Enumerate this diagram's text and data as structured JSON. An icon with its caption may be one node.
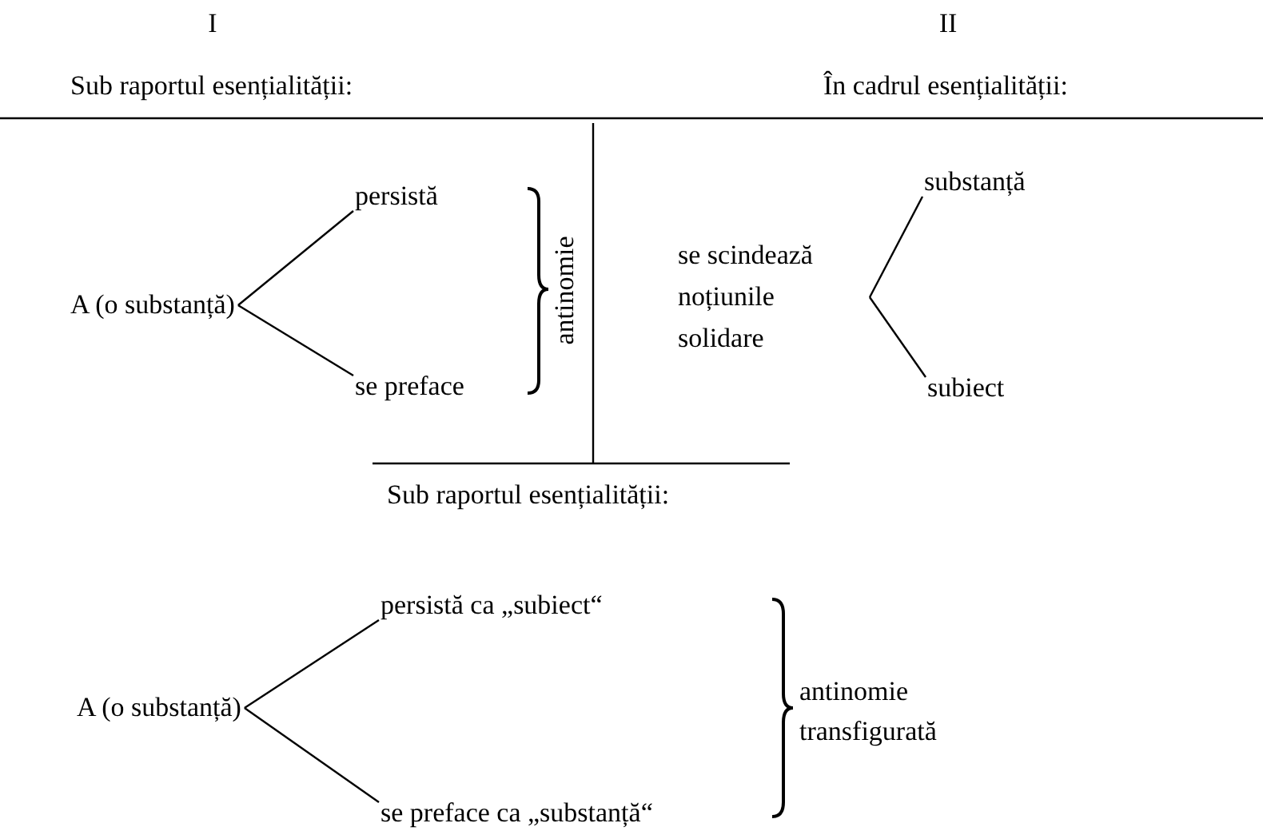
{
  "diagram": {
    "nodes": [
      {
        "text": [
          "A (o substanță)"
        ]
      },
      {
        "text": [
          "persistă"
        ]
      },
      {
        "text": [
          "se preface"
        ]
      },
      {
        "text": [
          "se scindează noțiunile solidare"
        ]
      },
      {
        "text": [
          "substanță"
        ]
      },
      {
        "text": [
          "subiect"
        ]
      },
      {
        "text": [
          "A (o substanță)"
        ]
      },
      {
        "text": [
          "persistă ca „subiect“"
        ]
      },
      {
        "text": [
          "se preface ca „substanță“"
        ]
      }
    ],
    "edges": [
      {
        "from": 0,
        "to": 1,
        "arrow": "none"
      },
      {
        "from": 0,
        "to": 2,
        "arrow": "none"
      },
      {
        "from": 3,
        "to": 4,
        "arrow": "none"
      },
      {
        "from": 3,
        "to": 5,
        "arrow": "none"
      },
      {
        "from": 6,
        "to": 7,
        "arrow": "none"
      },
      {
        "from": 6,
        "to": 8,
        "arrow": "none"
      }
    ],
    "labels": [
      "I",
      "Sub raportul esențialității:",
      "II",
      "În cadrul esențialității:",
      "antinomie",
      "Sub raportul esențialității:",
      "antinomie transfigurată"
    ]
  }
}
